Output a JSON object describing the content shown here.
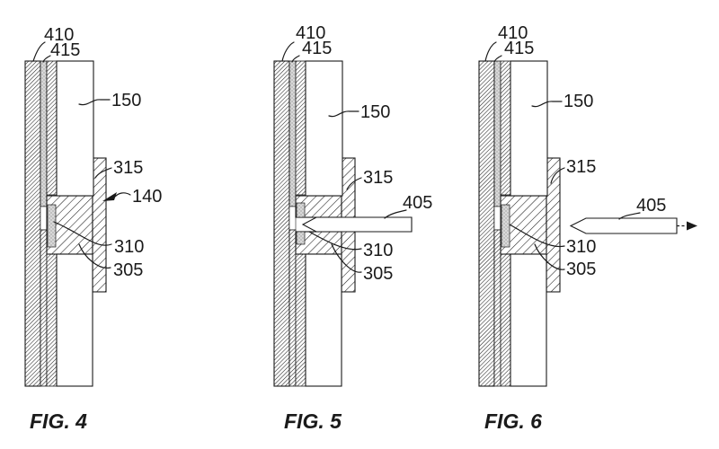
{
  "colors": {
    "line": "#1a1a1a",
    "paper": "#ffffff",
    "stipple_fill": "#d9d9d9",
    "stipple_dot": "#8a8a8a"
  },
  "figures": [
    {
      "caption": "FIG. 4",
      "labels": {
        "n410": "410",
        "n415": "415",
        "n150": "150",
        "n315": "315",
        "n140": "140",
        "n310": "310",
        "n305": "305"
      }
    },
    {
      "caption": "FIG. 5",
      "labels": {
        "n410": "410",
        "n415": "415",
        "n150": "150",
        "n315": "315",
        "n405": "405",
        "n310": "310",
        "n305": "305"
      }
    },
    {
      "caption": "FIG. 6",
      "labels": {
        "n410": "410",
        "n415": "415",
        "n150": "150",
        "n315": "315",
        "n405": "405",
        "n310": "310",
        "n305": "305"
      }
    }
  ]
}
